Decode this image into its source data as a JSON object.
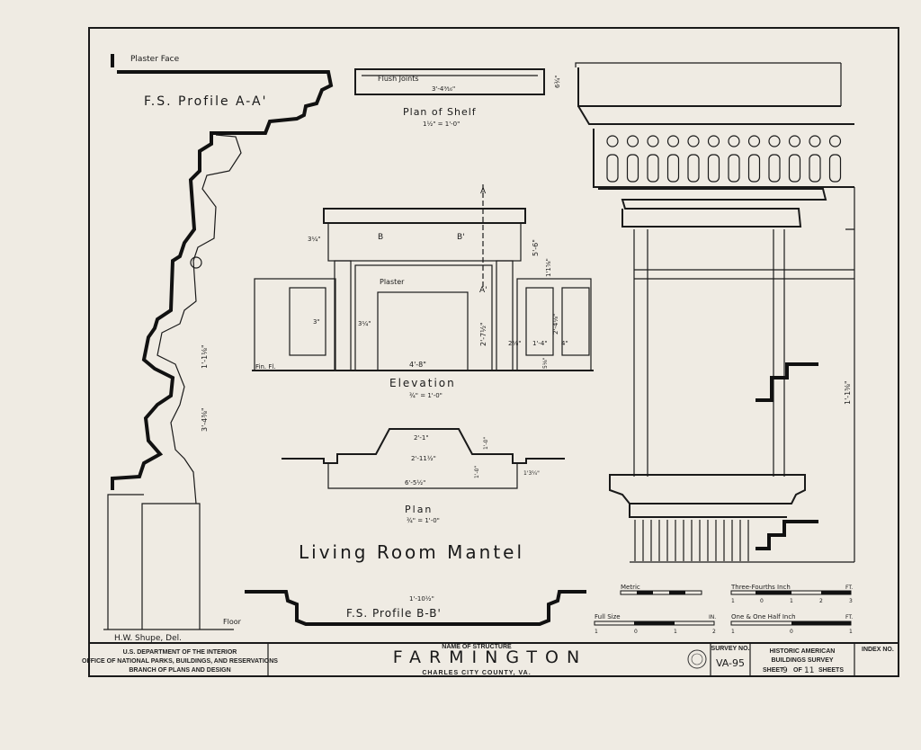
{
  "sheet": {
    "title": "Living Room Mantel",
    "colors": {
      "paper": "#efebe3",
      "ink": "#1a1a1a"
    }
  },
  "drawings": {
    "profile_aa": {
      "title": "F.S. Profile A-A'",
      "plaster_face": "Plaster Face",
      "dim1": "1'-1⅛\"",
      "dim2": "3'-4⅜\"",
      "floor": "Floor",
      "delineator": "H.W. Shupe, Del."
    },
    "shelf_plan": {
      "title": "Plan of Shelf",
      "scale": "1½\" = 1'-0\"",
      "flush_joints": "Flush Joints",
      "width": "3'-4⁹⁄₁₆\"",
      "depth": "6¾\""
    },
    "elevation": {
      "title": "Elevation",
      "scale": "¾\" = 1'-0\"",
      "plaster": "Plaster",
      "section_a": "A",
      "section_a2": "A'",
      "section_b": "B",
      "section_b2": "B'",
      "dim_width": "4'-8\"",
      "dim_height": "2'-7½\"",
      "dim_top": "5'-6\"",
      "dim_left": "3¼\"",
      "dim_pilaster": "3\"",
      "dim_pilaster2": "3¼\"",
      "dim_panel": "2'-4⅛\"",
      "dim_r1": "2⅛\"",
      "dim_r2": "1'-4\"",
      "dim_r3": "4\"",
      "dim_base": "5⅛\"",
      "dim_frieze": "1'1⅝\"",
      "fin_fl": "Fin. Fl."
    },
    "plan": {
      "title": "Plan",
      "scale": "¾\" = 1'-0\"",
      "dim1": "2'-1\"",
      "dim2": "2'-11½\"",
      "dim3": "6'-5½\"",
      "dim4": "1'-0\"",
      "dim5": "1'-0\"",
      "dim6": "1'3¼\""
    },
    "profile_bb": {
      "title": "F.S. Profile B-B'",
      "dim": "1'-10½\""
    },
    "detail": {
      "dim_height": "1'-1⅝\""
    }
  },
  "scales": [
    {
      "label": "Metric",
      "unit": "",
      "ticks": []
    },
    {
      "label": "Three-Fourths Inch",
      "unit": "FT.",
      "ticks": [
        "1",
        "0",
        "1",
        "2",
        "3"
      ]
    },
    {
      "label": "Full Size",
      "unit": "IN.",
      "ticks": [
        "1",
        "0",
        "1",
        "2"
      ]
    },
    {
      "label": "One & One Half Inch",
      "unit": "FT.",
      "ticks": [
        "1",
        "0",
        "1"
      ]
    }
  ],
  "title_block": {
    "agency_line1": "U.S. DEPARTMENT OF THE INTERIOR",
    "agency_line2": "OFFICE OF NATIONAL PARKS, BUILDINGS, AND RESERVATIONS",
    "agency_line3": "BRANCH OF PLANS AND DESIGN",
    "name_caption": "NAME OF STRUCTURE",
    "structure_name": "FARMINGTON",
    "location": "CHARLES CITY COUNTY, VA.",
    "survey_caption": "SURVEY NO.",
    "survey_no": "VA-95",
    "habs_line1": "HISTORIC AMERICAN",
    "habs_line2": "BUILDINGS SURVEY",
    "sheet_word": "SHEET",
    "sheet_no": "9",
    "of_word": "OF",
    "sheet_total": "11",
    "sheets_word": "SHEETS",
    "index_caption": "INDEX NO."
  }
}
